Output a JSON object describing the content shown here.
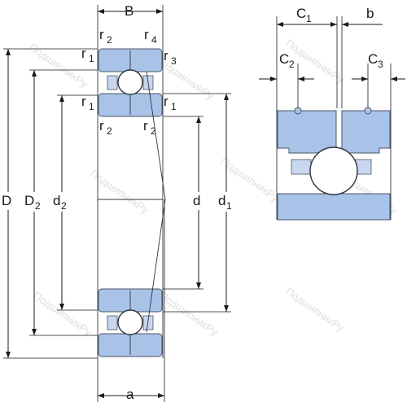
{
  "labels": {
    "B": "B",
    "a": "a",
    "D": "D",
    "D2": "D",
    "D2_sub": "2",
    "d2": "d",
    "d2_sub": "2",
    "d": "d",
    "d1": "d",
    "d1_sub": "1",
    "r1": "r",
    "r1_sub": "1",
    "r2": "r",
    "r2_sub": "2",
    "r3": "r",
    "r3_sub": "3",
    "r4": "r",
    "r4_sub": "4",
    "C1": "C",
    "C1_sub": "1",
    "C2": "C",
    "C2_sub": "2",
    "C3": "C",
    "C3_sub": "3",
    "b": "b"
  },
  "watermark": "ПодшипникРу",
  "colors": {
    "ring_fill": "#a9c3e8",
    "line": "#1a1a1a"
  }
}
